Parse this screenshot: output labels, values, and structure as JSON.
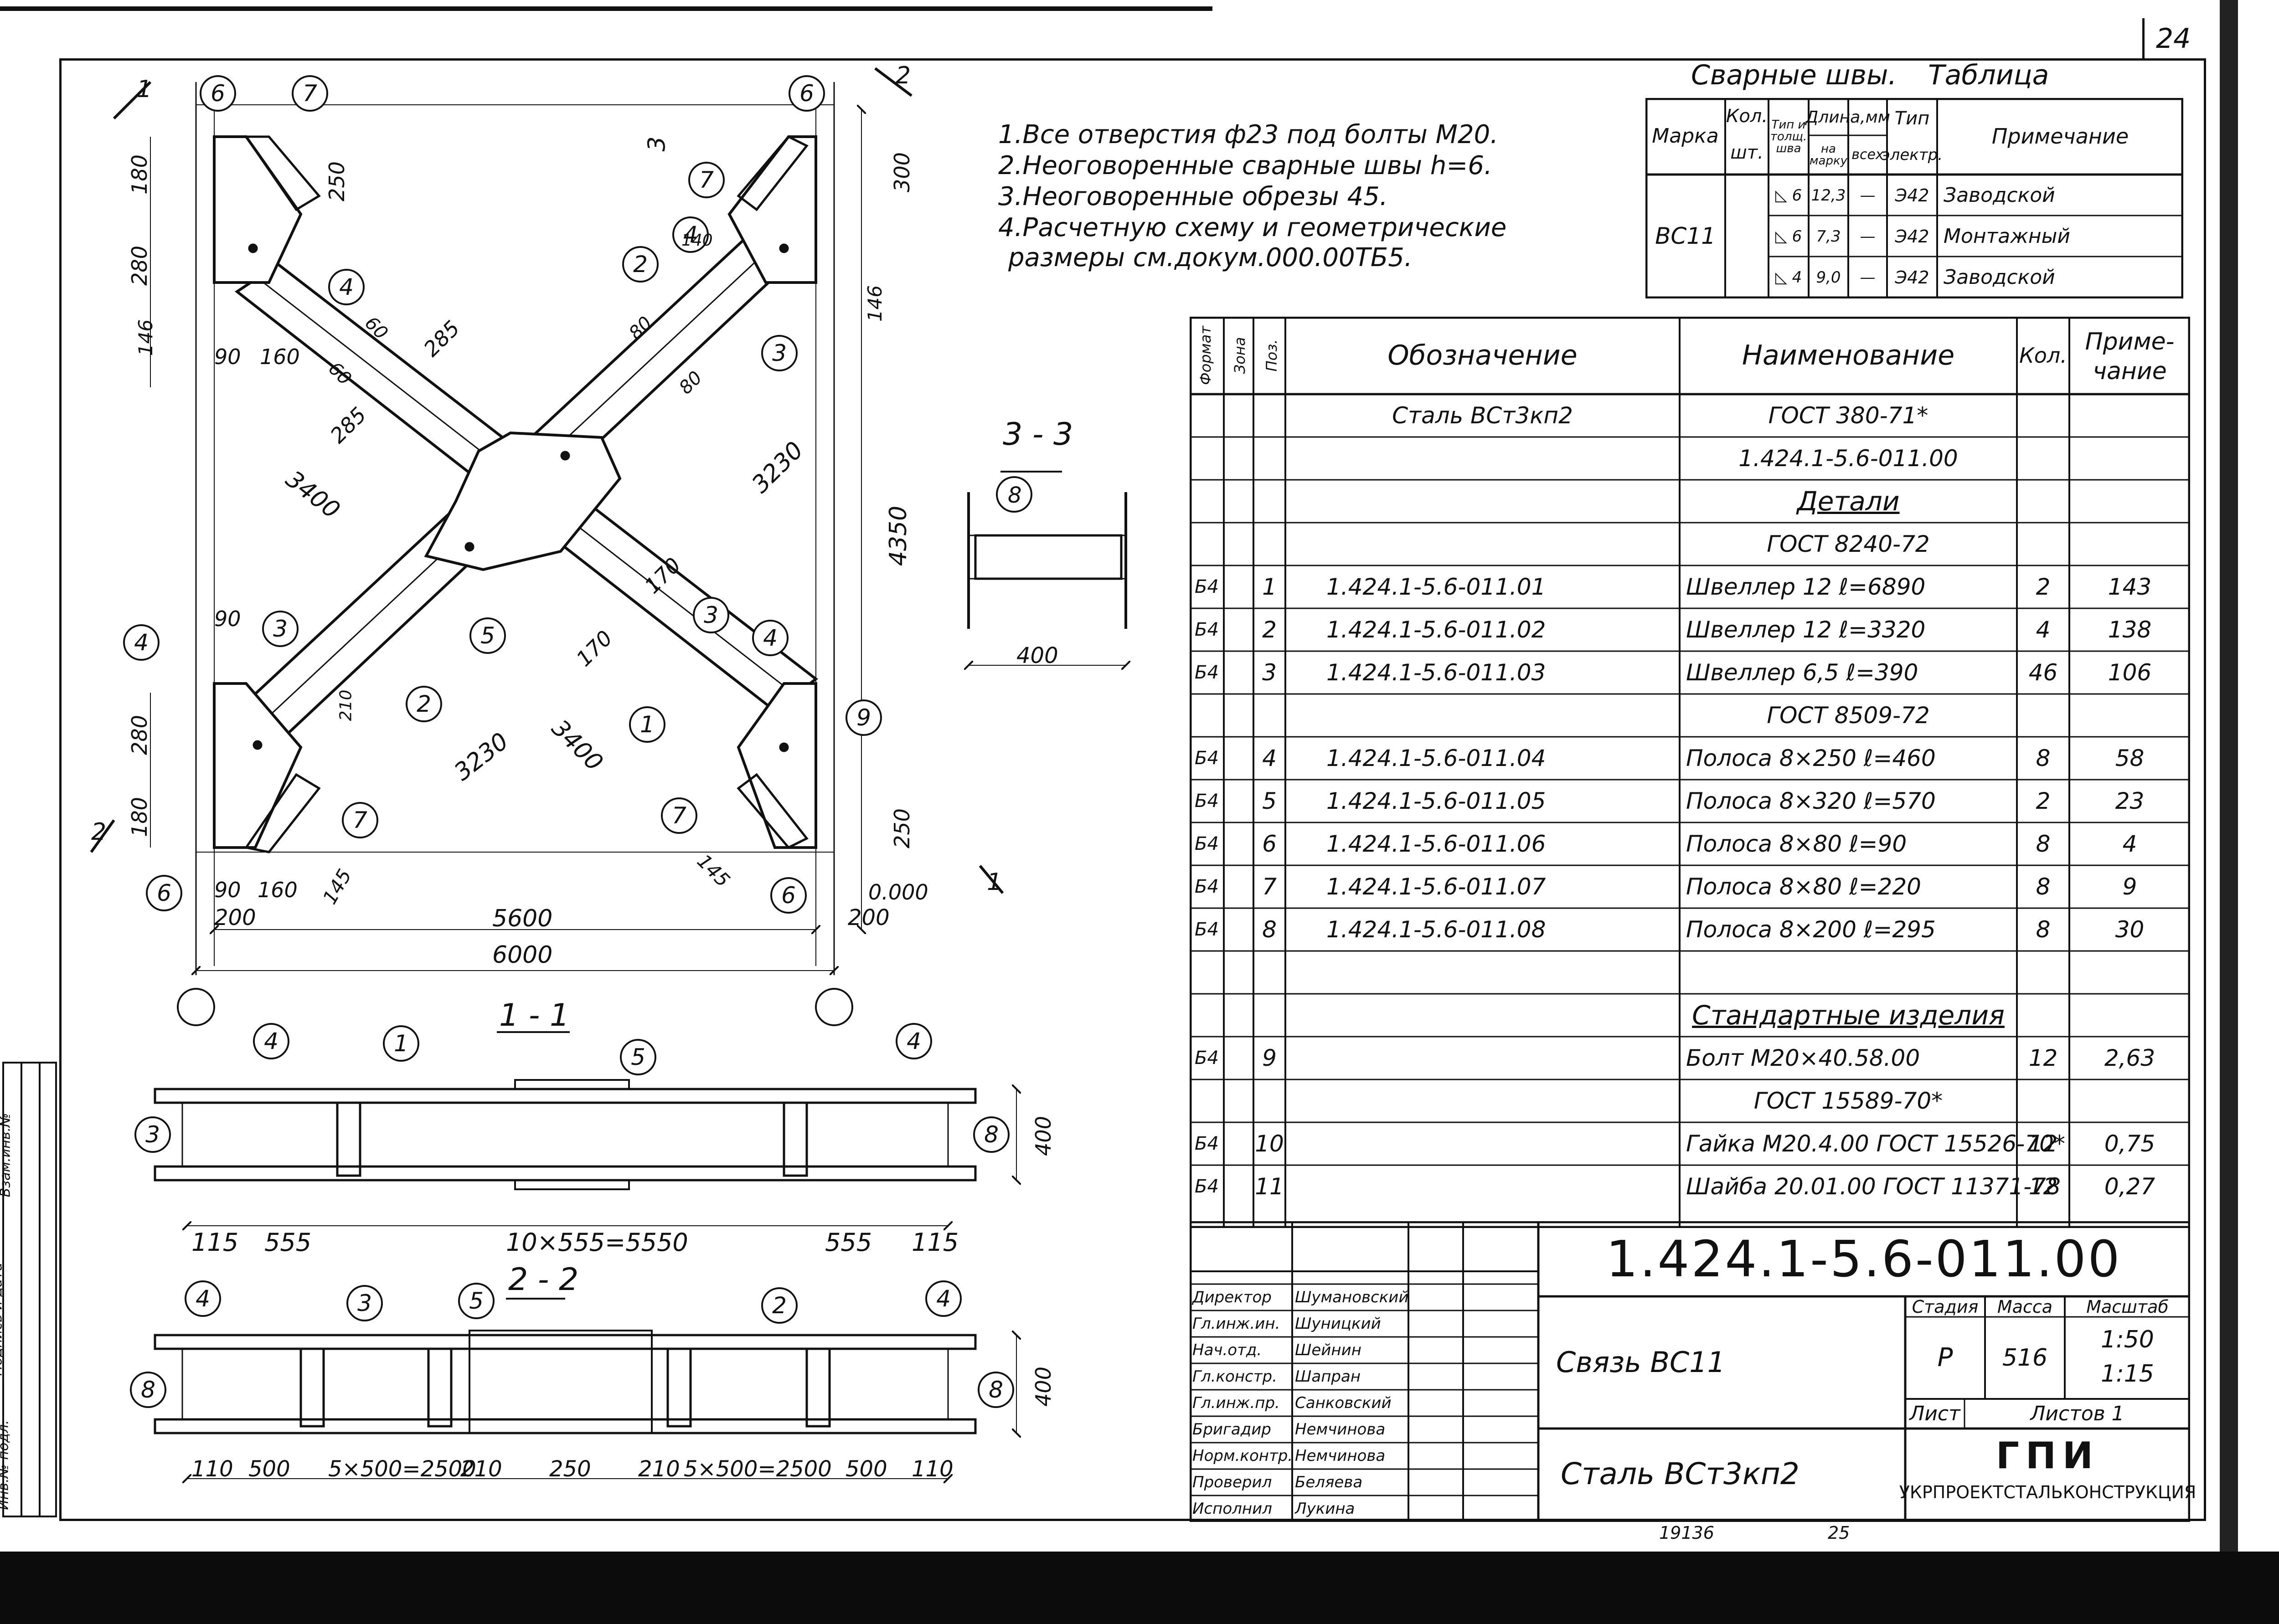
{
  "page_number": "24",
  "notes": [
    "1.Все отверстия ф23 под болты М20.",
    "2.Неоговоренные сварные швы h=6.",
    "3.Неоговоренные обрезы 45.",
    "4.Расчетную схему и геометрические",
    "размеры см.докум.000.00ТБ5."
  ],
  "weld_table": {
    "title_left": "Сварные швы.",
    "title_right": "Таблица",
    "headers": {
      "marka": "Марка",
      "kol": "Кол.",
      "sht": "шт.",
      "tip_tolsh": "Тип и толщ. шва",
      "dlina": "Длина,мм",
      "na_marku": "на марку",
      "vseh": "всех",
      "tip_elektr": "Тип",
      "elektr": "электр.",
      "primech": "Примечание"
    },
    "marka_value": "ВС11",
    "rows": [
      {
        "tip": "6",
        "length": "12,3",
        "all": "—",
        "electrode": "Э42",
        "note": "Заводской"
      },
      {
        "tip": "6",
        "length": "7,3",
        "all": "—",
        "electrode": "Э42",
        "note": "Монтажный"
      },
      {
        "tip": "4",
        "length": "9,0",
        "all": "—",
        "electrode": "Э42",
        "note": "Заводской"
      }
    ]
  },
  "spec": {
    "headers": {
      "format": "Формат",
      "zone": "Зона",
      "pos": "Поз.",
      "designation": "Обозначение",
      "name": "Наименование",
      "qty": "Кол.",
      "note_1": "Приме-",
      "note_2": "чание"
    },
    "rows": [
      {
        "format": "",
        "pos": "",
        "designation": "Сталь ВСт3кп2",
        "name": "ГОСТ 380-71*",
        "qty": "",
        "note": "",
        "style": "plain"
      },
      {
        "format": "",
        "pos": "",
        "designation": "",
        "name": "1.424.1-5.6-011.00",
        "qty": "",
        "note": "",
        "style": "plain"
      },
      {
        "format": "",
        "pos": "",
        "designation": "",
        "name": "Детали",
        "qty": "",
        "note": "",
        "style": "section"
      },
      {
        "format": "",
        "pos": "",
        "designation": "",
        "name": "ГОСТ 8240-72",
        "qty": "",
        "note": "",
        "style": "center"
      },
      {
        "format": "Б4",
        "pos": "1",
        "designation": "1.424.1-5.6-011.01",
        "name": "Швеллер 12   ℓ=6890",
        "qty": "2",
        "note": "143",
        "style": "item"
      },
      {
        "format": "Б4",
        "pos": "2",
        "designation": "1.424.1-5.6-011.02",
        "name": "Швеллер 12   ℓ=3320",
        "qty": "4",
        "note": "138",
        "style": "item"
      },
      {
        "format": "Б4",
        "pos": "3",
        "designation": "1.424.1-5.6-011.03",
        "name": "Швеллер 6,5   ℓ=390",
        "qty": "46",
        "note": "106",
        "style": "item"
      },
      {
        "format": "",
        "pos": "",
        "designation": "",
        "name": "ГОСТ 8509-72",
        "qty": "",
        "note": "",
        "style": "center"
      },
      {
        "format": "Б4",
        "pos": "4",
        "designation": "1.424.1-5.6-011.04",
        "name": "Полоса 8×250  ℓ=460",
        "qty": "8",
        "note": "58",
        "style": "item"
      },
      {
        "format": "Б4",
        "pos": "5",
        "designation": "1.424.1-5.6-011.05",
        "name": "Полоса 8×320  ℓ=570",
        "qty": "2",
        "note": "23",
        "style": "item"
      },
      {
        "format": "Б4",
        "pos": "6",
        "designation": "1.424.1-5.6-011.06",
        "name": "Полоса 8×80   ℓ=90",
        "qty": "8",
        "note": "4",
        "style": "item"
      },
      {
        "format": "Б4",
        "pos": "7",
        "designation": "1.424.1-5.6-011.07",
        "name": "Полоса 8×80   ℓ=220",
        "qty": "8",
        "note": "9",
        "style": "item"
      },
      {
        "format": "Б4",
        "pos": "8",
        "designation": "1.424.1-5.6-011.08",
        "name": "Полоса 8×200  ℓ=295",
        "qty": "8",
        "note": "30",
        "style": "item"
      },
      {
        "format": "",
        "pos": "",
        "designation": "",
        "name": "",
        "qty": "",
        "note": "",
        "style": "plain"
      },
      {
        "format": "",
        "pos": "",
        "designation": "",
        "name": "Стандартные изделия",
        "qty": "",
        "note": "",
        "style": "section"
      },
      {
        "format": "Б4",
        "pos": "9",
        "designation": "",
        "name": "Болт М20×40.58.00",
        "qty": "12",
        "note": "2,63",
        "style": "item"
      },
      {
        "format": "",
        "pos": "",
        "designation": "",
        "name": "ГОСТ 15589-70*",
        "qty": "",
        "note": "",
        "style": "center"
      },
      {
        "format": "Б4",
        "pos": "10",
        "designation": "",
        "name": "Гайка М20.4.00 ГОСТ 15526-70*",
        "qty": "12",
        "note": "0,75",
        "style": "item"
      },
      {
        "format": "Б4",
        "pos": "11",
        "designation": "",
        "name": "Шайба 20.01.00 ГОСТ 11371-78",
        "qty": "12",
        "note": "0,27",
        "style": "item"
      }
    ]
  },
  "title_block": {
    "doc_number": "1.424.1-5.6-011.00",
    "roles": [
      {
        "role": "Директор",
        "name": "Шумановский"
      },
      {
        "role": "Гл.инж.ин.",
        "name": "Шуницкий"
      },
      {
        "role": "Нач.отд.",
        "name": "Шейнин"
      },
      {
        "role": "Гл.констр.",
        "name": "Шапран"
      },
      {
        "role": "Гл.инж.пр.",
        "name": "Санковский"
      },
      {
        "role": "Бригадир",
        "name": "Немчинова"
      },
      {
        "role": "Норм.контр.",
        "name": "Немчинова"
      },
      {
        "role": "Проверил",
        "name": "Беляева"
      },
      {
        "role": "Исполнил",
        "name": "Лукина"
      }
    ],
    "item_name": "Связь ВС11",
    "material": "Сталь ВСт3кп2",
    "stage_label": "Стадия",
    "mass_label": "Масса",
    "scale_label": "Масштаб",
    "stage": "Р",
    "mass": "516",
    "scale_1": "1:50",
    "scale_2": "1:15",
    "sheet_label": "Лист",
    "sheets_label": "Листов 1",
    "org_1": "ГПИ",
    "org_2": "УКРПРОЕКТСТАЛЬКОНСТРУКЦИЯ"
  },
  "side_stamp": {
    "col1": "Инв.№ подл.",
    "col2": "Подпись и дата",
    "col3": "Взам.инв.№"
  },
  "footer": {
    "left": "19136",
    "right": "25"
  },
  "drawing": {
    "section_1_title": "1 - 1",
    "section_2_title": "2 - 2",
    "section_3_title": "3 - 3",
    "plan_dims": {
      "overall": "6000",
      "inner": "5600",
      "edge_left": "200",
      "edge_right": "200",
      "height": "4350",
      "diag_1": "3400",
      "diag_2": "3400",
      "diag_3": "3230",
      "diag_4": "3230",
      "d285a": "285",
      "d285b": "285",
      "d170a": "170",
      "d170b": "170",
      "top_left_180": "180",
      "top_left_280": "280",
      "top_left_146": "146",
      "bot_left_280": "280",
      "bot_left_180": "180",
      "top_250": "250",
      "top_300": "300",
      "right_146": "146",
      "bot_250": "250",
      "d90a": "90",
      "d160a": "160",
      "d90b": "90",
      "d90c": "90",
      "d160c": "160",
      "d145a": "145",
      "d145b": "145",
      "d60a": "60",
      "d60b": "60",
      "d80a": "80",
      "d80b": "80",
      "d140": "140",
      "d210": "210",
      "level": "0.000"
    },
    "sec1_dims": [
      "115",
      "555",
      "10×555=5550",
      "555",
      "115"
    ],
    "sec1_height": "400",
    "sec2_dims": [
      "110",
      "500",
      "5×500=2500",
      "210",
      "250",
      "210",
      "5×500=2500",
      "500",
      "110"
    ],
    "sec2_height": "400",
    "sec3_width": "400",
    "cuts": {
      "c1": "1",
      "c2": "2",
      "c3": "3"
    }
  }
}
